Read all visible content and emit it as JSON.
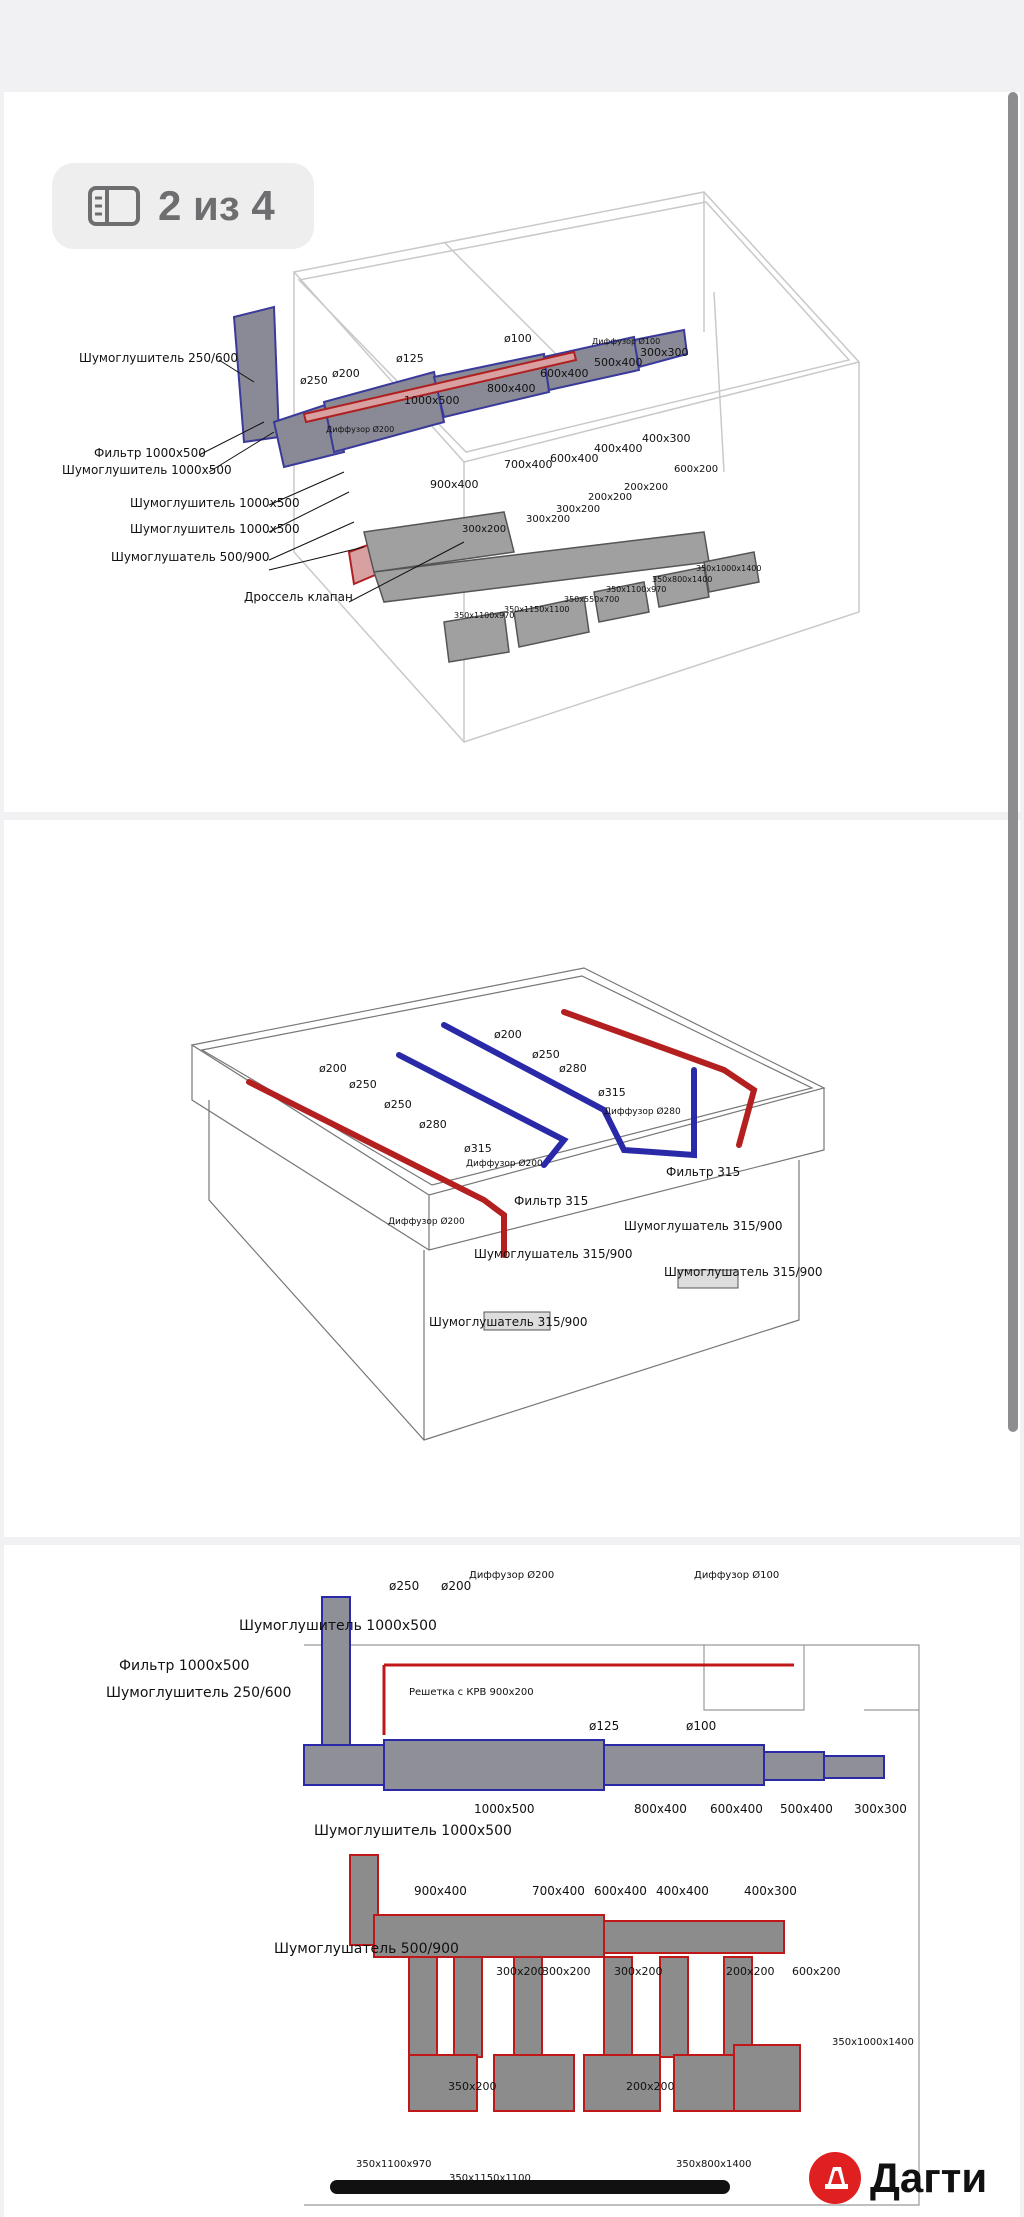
{
  "viewer": {
    "page_counter": "2 из 4",
    "brand": "Дагти"
  },
  "drawing1": {
    "labels": [
      "Шумоглушитель 250/600",
      "Фильтр 1000x500",
      "Шумоглушитель 1000x500",
      "Шумоглушитель 1000x500",
      "Шумоглушитель 1000x500",
      "Шумоглушатель 500/900",
      "Дроссель клапан",
      "ø250",
      "ø200",
      "ø125",
      "ø100",
      "Диффузор Ø100",
      "Диффузор Ø200",
      "1000x500",
      "800x400",
      "600x400",
      "500x400",
      "300x300",
      "900x400",
      "700x400",
      "600x400",
      "400x400",
      "400x300",
      "300x200",
      "300x200",
      "300x200",
      "200x200",
      "200x200",
      "600x200",
      "350x1000x1400",
      "350x800x1400",
      "350x1100x970",
      "350x550x700",
      "350x1150x1100",
      "350x1100x970"
    ]
  },
  "drawing2": {
    "labels": [
      "ø200",
      "ø250",
      "ø250",
      "ø280",
      "ø200",
      "ø250",
      "ø280",
      "ø315",
      "ø315",
      "Диффузор Ø280",
      "Диффузор Ø200",
      "Диффузор Ø200",
      "Фильтр 315",
      "Фильтр 315",
      "Шумоглушатель 315/900",
      "Шумоглушатель 315/900",
      "Шумоглушатель 315/900",
      "Шумоглушатель 315/900"
    ]
  },
  "drawing3": {
    "labels": [
      "ø250",
      "ø200",
      "Диффузор Ø200",
      "Диффузор Ø100",
      "Шумоглушитель 1000x500",
      "Фильтр 1000x500",
      "Шумоглушитель 250/600",
      "Решетка с КРВ 900x200",
      "ø125",
      "ø100",
      "1000x500",
      "800x400",
      "600x400",
      "500x400",
      "300x300",
      "Шумоглушитель 1000x500",
      "900x400",
      "700x400",
      "600x400",
      "400x400",
      "400x300",
      "Шумоглушатель 500/900",
      "300x200",
      "300x200",
      "300x200",
      "200x200",
      "600x200",
      "350x200",
      "200x200",
      "350x1000x1400",
      "350x1100x970",
      "350x1150x1100",
      "350x800x1400"
    ]
  }
}
